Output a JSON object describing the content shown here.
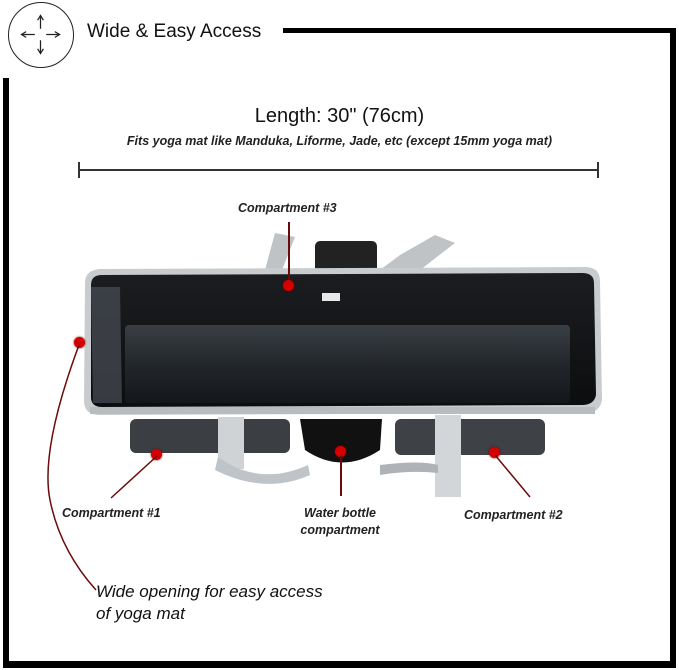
{
  "header": {
    "icon": "four-way-arrows-icon",
    "title": "Wide & Easy Access"
  },
  "dimension": {
    "length_label": "Length: 30\" (76cm)",
    "fits_note": "Fits yoga mat like Manduka, Liforme, Jade, etc (except 15mm yoga mat)"
  },
  "callouts": {
    "compartment_3": "Compartment #3",
    "compartment_1": "Compartment #1",
    "water_bottle_line1": "Water bottle",
    "water_bottle_line2": "compartment",
    "compartment_2": "Compartment #2",
    "wide_opening_line1": "Wide opening for easy access",
    "wide_opening_line2": "of yoga mat"
  },
  "colors": {
    "callout_dot": "#d40000",
    "leader_line": "#6b0a0a",
    "frame": "#000000"
  }
}
